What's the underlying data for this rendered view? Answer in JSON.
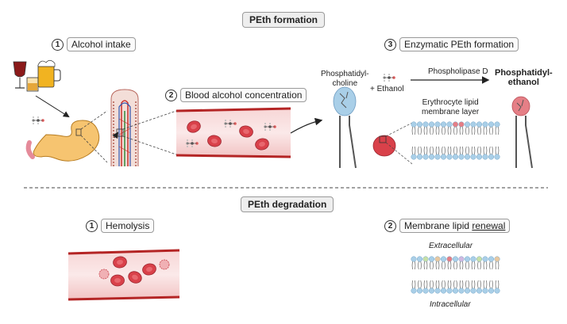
{
  "formation": {
    "title": "PEth formation",
    "step1": {
      "num": "1",
      "label": "Alcohol intake"
    },
    "step2": {
      "num": "2",
      "label": "Blood alcohol concentration"
    },
    "step3": {
      "num": "3",
      "label": "Enzymatic PEth formation"
    },
    "phosphatidylcholine": [
      "Phosphatidyl-",
      "choline"
    ],
    "ethanol": "+ Ethanol",
    "enzyme": "Phospholipase D",
    "product": [
      "Phosphatidyl-",
      "ethanol"
    ],
    "membrane_label": [
      "Erythrocyte lipid",
      "membrane layer"
    ]
  },
  "degradation": {
    "title": "PEth degradation",
    "step1": {
      "num": "1",
      "label": "Hemolysis"
    },
    "step2": {
      "num": "2",
      "label_prefix": "Membrane lipid ",
      "label_underlined": "renewal"
    },
    "extracellular": "Extracellular",
    "intracellular": "Intracellular"
  },
  "colors": {
    "wine": "#8b1a1a",
    "beer": "#f1b321",
    "stomach": "#f6c470",
    "vessel": "#e8a3a3",
    "rbc": "#d9414a",
    "lipid_head": "#a9cfe8",
    "peth_head": "#e57f86"
  }
}
